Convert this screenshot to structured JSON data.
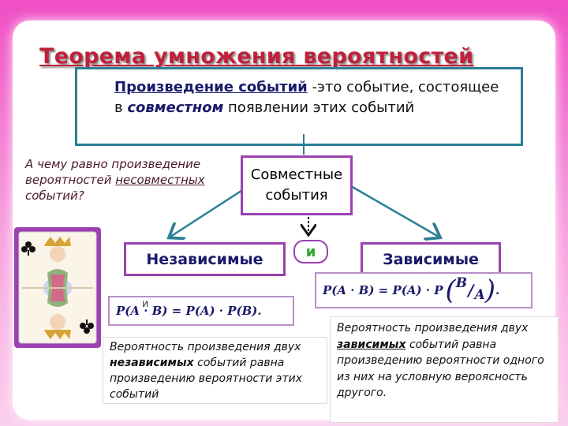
{
  "title": "Теорема умножения вероятностей",
  "definition": {
    "term": "Произведение событий",
    "part1": " -это событие, состоящее в ",
    "emphasis": "совместном",
    "part2": " появлении этих событий"
  },
  "question": {
    "line1": "А чему равно произведение вероятностей ",
    "underlined": "несовместных ",
    "line2": "событий?"
  },
  "center_node": "Совместные события",
  "independent_label": "Независимые",
  "dependent_label": "Зависимые",
  "and_label": "и",
  "formula_independent": "P(A · B) = P(A) · P(B).",
  "formula_independent_note": "и",
  "formula_dependent": {
    "left": "P(A · B) = P(A) · P",
    "num": "B",
    "den": "A",
    "end": "."
  },
  "desc_independent": {
    "part1": "Вероятность произведения двух ",
    "bold": "независимых",
    "part2": " событий равна произведению вероятности этих событий"
  },
  "desc_dependent": {
    "part1": "Вероятность произведения двух ",
    "bold": "зависимых",
    "part2": " событий равна произведению вероятности одного из них на условную вероясность другого."
  },
  "colors": {
    "title": "#c0203a",
    "box_border": "#2a7f96",
    "node_border": "#9b41b0",
    "and_text": "#2aa52a"
  },
  "icons": [
    "queen-of-clubs-card"
  ]
}
